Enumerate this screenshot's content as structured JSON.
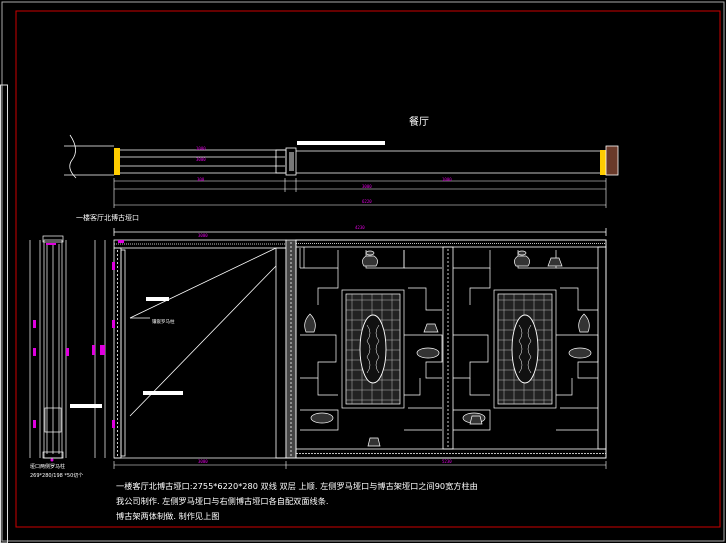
{
  "drawing": {
    "room_label": "餐厅",
    "section_title": "一楼客厅北博古垭口",
    "leader_label": "镶嵌罗马柱",
    "side_note_1": "垭口两侧罗马柱",
    "side_note_2": "269*280/198 *50切个",
    "note_line_1": "一楼客厅北博古垭口:2755*6220*280  双线  双层  上顺. 左侧罗马垭口与博古架垭口之间90宽方柱由",
    "note_line_2": "我公司制作. 左侧罗马垭口与右侧博古垭口各自配双面线条.",
    "note_line_3": "博古架两体制做. 制作见上图"
  },
  "dimensions": {
    "plan_top": [
      "1000",
      "3000"
    ],
    "plan_bottom_row1": [
      "300",
      "3000",
      "1000"
    ],
    "plan_total": "6220",
    "elev_top": [
      "3000",
      "4230"
    ],
    "elev_bottom": [
      "3000",
      "5230"
    ]
  },
  "colors": {
    "background": "#000000",
    "frame": "#cc0000",
    "line": "#ffffff",
    "dim": "#e000e0",
    "accent": "#ffcc00",
    "grey": "#bbbbbb"
  }
}
